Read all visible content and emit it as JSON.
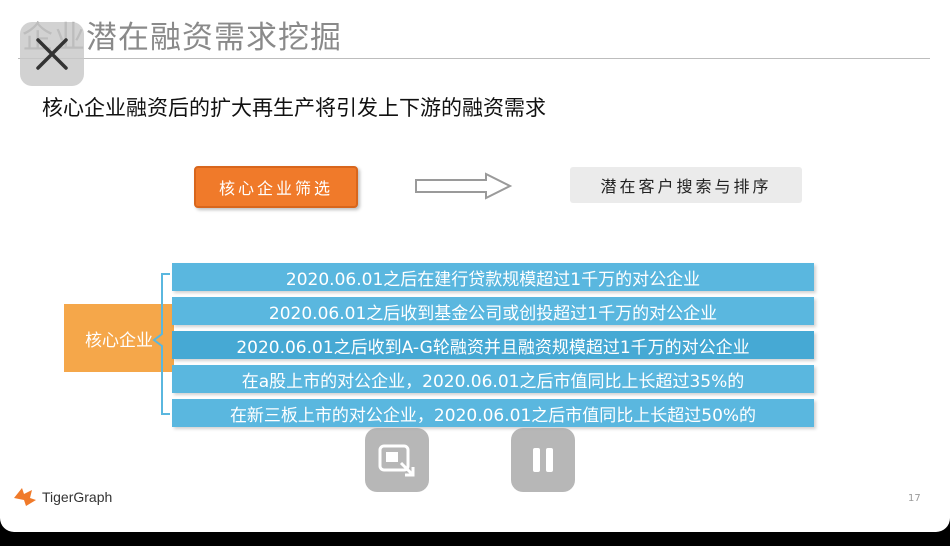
{
  "slide": {
    "title": "企业潜在融资需求挖掘",
    "subtitle": "核心企业融资后的扩大再生产将引发上下游的融资需求",
    "flow": {
      "step1": "核心企业筛选",
      "step2": "潜在客户搜索与排序"
    },
    "core_label": "核心企业",
    "criteria": [
      "2020.06.01之后在建行贷款规模超过1千万的对公企业",
      "2020.06.01之后收到基金公司或创投超过1千万的对公企业",
      "2020.06.01之后收到A-G轮融资并且融资规模超过1千万的对公企业",
      "在a股上市的对公企业，2020.06.01之后市值同比上长超过35%的",
      "在新三板上市的对公企业，2020.06.01之后市值同比上长超过50%的"
    ],
    "logo_text": "TigerGraph",
    "page_number": "17"
  },
  "controls": {
    "close_icon": "close-icon",
    "fit_icon": "screen-fit-icon",
    "pause_icon": "pause-icon"
  },
  "colors": {
    "accent_orange": "#f07a2a",
    "core_orange": "#f5a74a",
    "criteria_blue": "#5ab7df"
  }
}
